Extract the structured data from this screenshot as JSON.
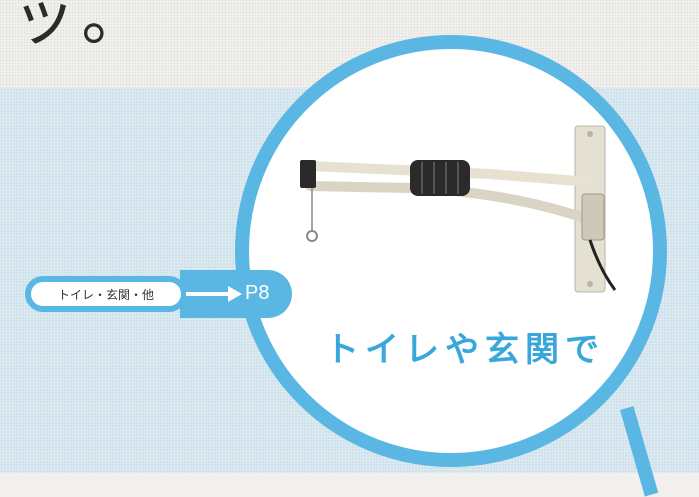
{
  "heading": {
    "chars": "ッ。"
  },
  "callout": {
    "label": "トイレ・玄関・他",
    "page_ref": "P8"
  },
  "caption": "トイレや玄関で",
  "icons": {
    "arrow": "arrow-right-icon"
  },
  "colors": {
    "accent": "#5ab7e3",
    "caption": "#3aa7db",
    "background_blue": "#cfe2ec"
  }
}
